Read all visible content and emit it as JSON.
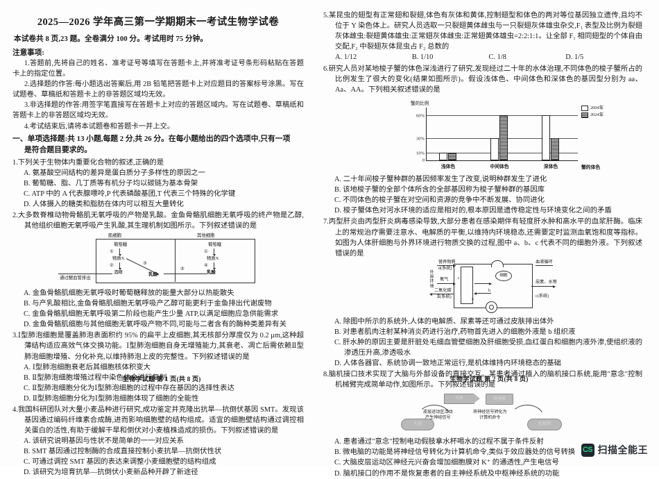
{
  "header": {
    "title": "2025—2026 学年高三第一学期期末一考试生物学试卷",
    "subtitle": "本试卷共 8 页,23 题。全卷满分 100 分。考试用时 75 分钟。",
    "notice_head": "注意事项:",
    "notices": [
      "1.答题前,先将自己的姓名、准考证号等填写在答题卡上,并将准考证号条形码粘贴在答题卡上的指定位置。",
      "2.选择题的作答:每小题选出答案后,用 2B 铅笔把答题卡上对应题目的答案标号涂黑。写在试题卷、草稿纸和答题卡上的非答题区域均无效。",
      "3.非选择题的作答:用签字笔直接写在答题卡上对应的答题区域内。写在试题卷、草稿纸和答题卡上的非答题区域均无效。",
      "4.考试结束后,请将本试题卷和答题卡一并上交。"
    ],
    "section_line1": "一、单项选择题:共 13 小题,每题 2 分,共 26 分。在每小题给出的四个选项中,只有一项",
    "section_line2": "是符合题目要求的。"
  },
  "questions": [
    {
      "number": "1.",
      "stem": "1.下列关于生物体内重要化合物的叙述,正确的是",
      "options": [
        "A. 氨基酸空间结构的差异是蛋白质分子多样性的原因之一",
        "B. 葡萄糖、脂、几丁质等有机分子均以碳链为基本骨架",
        "C. ATP 中的 A 代表腺嘌呤,P 代表磷酸基团,T 代表三个特殊的化学键",
        "D. 人体摄入的糖类和脂肪在体内可以相互大量转化"
      ]
    },
    {
      "number": "2.",
      "stem": "2.大多数脊椎动物骨骼肌无氧呼吸的产物是乳酸。金鱼骨骼肌细胞无氧呼吸的终产物是乙醇,其他组织细胞无氧呼吸产生乳酸,其生理机制如图所示。下列叙述错误的是",
      "options": [
        "A. 金鱼骨骼肌细胞无氧呼吸时葡萄糖释放的能量大部分以热能散失",
        "B. 与产乳酸相比,金鱼骨骼肌细胞无氧呼吸产乙醇可能更利于金鱼排出代谢废物",
        "C. 金鱼骨骼肌细胞无氧呼吸第二阶段也能产生少量 ATP,以满足细胞应急供能需求",
        "D. 金鱼骨骼肌细胞与其他细胞无氧呼吸产物不同,可能与二者含有的酶种类差异有关"
      ]
    },
    {
      "number": "3.",
      "stem": "3.Ⅰ型肺泡细胞是覆盖肺泡表面积约 95% 的扁平上皮细胞,其无核部分厚度仅为 0.2 μm,这种超薄结构适应高效气体交换功能。Ⅰ型肺泡细胞自身无增殖能力,其衰老、凋亡后需依赖Ⅱ型肺泡细胞增殖、分化补充,以维持肺泡上皮的完整性。下列叙述错误的是",
      "options": [
        "A. Ⅰ型肺泡细胞衰老后其细胞核体积变大",
        "B. Ⅱ型肺泡细胞增殖过程中染色体会进行复制",
        "C. Ⅱ型肺泡细胞分化为Ⅰ型肺泡细胞的过程中存在基因的选择性表达",
        "D. Ⅱ型肺泡细胞分化为Ⅰ型肺泡细胞体现了细胞的全能性"
      ]
    },
    {
      "number": "4.",
      "stem": "4.我国科研团队对大量小麦品种进行研究,成功鉴定并克隆出抗旱—抗倒伏基因 SMT。发现该基因通过编码纤维素合成酶,进而影响细胞壁的结构组成。适宜的细胞壁结构通过调控相关蛋白的活性,有助于缓解干旱和倒伏对小麦植株造成的损伤。下列叙述错误的是",
      "options": [
        "A. 该研究说明基因与性状不是简单的一一对应关系",
        "B. SMT 基因通过控制酶的合成直接控制小麦抗旱—抗倒伏性状",
        "C. 可通过调控 SMT 基因的表达来调整小麦细胞壁的结构组成",
        "D. 该研究为培育抗旱—抗倒伏小麦新品种开辟了新途径"
      ]
    },
    {
      "number": "5.",
      "stem": "5.某昆虫的翅型有正常翅和裂翅,体色有灰体和黄体,控制翅型和体色的两对等位基因独立遗传,且均不位于 Y 染色体上。研究人员选取一只裂翅黄体雌虫与一只裂翅灰体雄虫杂交,F₁ 表型及比例为裂翅灰体雌虫:裂翅黄体雄虫:正常翅灰体雌虫:正常翅黄体雄虫=2:2:1:1。让全部 F₁ 相同翅型的个体自由交配,F₂ 中裂翅灰体昆虫占 F₂ 总数的",
      "options_inline": [
        "A. 1/12",
        "B. 1/10",
        "C. 1/8",
        "D. 1/5"
      ]
    },
    {
      "number": "6.",
      "stem": "6.研究人员对某地梭子蟹的体色深浅进行了研究,发现经过二十年的水体治理,不同体色的梭子蟹所占的比例发生了很大的变化(结果如图所示)。假设浅体色、中间体色和深体色的基因型分别为 aa、Aa、AA。下列相关叙述错误的是",
      "options": [
        "A. 二十年间梭子蟹种群的基因频率发生了改变,说明种群发生了进化",
        "B. 该地梭子蟹的全部个体所含的全部基因称为梭子蟹种群的基因库",
        "C. 不同体色的梭子蟹在对空间和资源的竞争中不断发展、协同进化",
        "D. 梭子蟹体色对河水环境的适应是相对的,根本原因是遗传稳定性与环境变化之间的矛盾"
      ]
    },
    {
      "number": "7.",
      "stem": "7.丙型肝炎由丙型肝炎病毒感染导致,大部分患者在感染期伴有轻度肝水肿和高水平的血浆肝酶。临床上的常规治疗需要注意水、电解质的平衡,以维持内环境稳态,还需要定时监测血氧饱和度等指标。如图为人体肝细胞与外界环境进行物质交换的过程,图中 a、b、c 代表不同的细胞外液。下列叙述错误的是",
      "options": [
        "A. 除图中所示的系统外,人体的电解质、尿素等还可通过皮肤排出体外",
        "B. 对患者肌肉注射某种消炎药进行治疗,药物首先进入的细胞外液是 b 组织液",
        "C. 肝水肿的原因主要是肝脏处毛细血管壁细胞及肝细胞受损,血红蛋白和细胞内液外渗,使组织液的渗透压升高,渗透吸水",
        "D. 人体各器官、系统协调一致地正常运行,是机体维持内环境稳态的基础"
      ]
    },
    {
      "number": "8.",
      "stem": "8.脑机接口技术实现了大脑与外部设备的直接交互。某患者通过植入的脑机接口系统,能用\"意念\"控制机械臂完成简单动作,如图所示。下列叙述错误的是",
      "options": [
        "A. 患者通过\"意念\"控制电动假肢拿水杯喝水的过程不属于条件反射",
        "B. 微电脑的功能是将神经信号转化为计算机命令,类似于效应器处的信号转换",
        "C. 大脑皮层运动区神经元兴奋会增加细胞膜对 K⁺ 的通透性,产生电信号",
        "D. 脑机接口的作用不是恢复患者的自主神经系统及中枢神经系统的功能"
      ]
    }
  ],
  "figure1": {
    "title_left": "肌细胞",
    "title_right": "其他细胞",
    "left_glucose": "葡萄糖",
    "left_x": "物质X",
    "left_product": "酒精",
    "left_bottom_note": "通过鳃血管排出",
    "right_glucose": "葡萄糖",
    "right_x": "物质X",
    "right_product": "乳酸",
    "mid_lactate": "乳酸",
    "step1": "①",
    "step2": "②",
    "step3": "③",
    "step4": "④",
    "step5": "⑤"
  },
  "chart_data": {
    "type": "bar",
    "title": "",
    "ylabel": "蟹的比例",
    "xlabel": "蟹的体色",
    "categories": [
      "浅体色",
      "中间体色",
      "深体色"
    ],
    "series": [
      {
        "name": "2004年",
        "values": [
          10,
          30,
          60
        ]
      },
      {
        "name": "2024年",
        "values": [
          10,
          60,
          30
        ]
      }
    ],
    "yticks": [
      "0",
      "10%",
      "30%",
      "60%"
    ],
    "ytick_values": [
      0,
      10,
      30,
      60
    ],
    "ylim": [
      0,
      70
    ],
    "grid": true,
    "legend_position": "top-right"
  },
  "figure3": {
    "env_label": "外界环境",
    "nutrients": "营养物质",
    "d_system": "d(系统)",
    "oxygen": "氧气",
    "co2": "二氧化碳",
    "ii_system": "Ⅱ(系统)",
    "blood": "血液循环",
    "cell": "细胞",
    "urea": "尿素、水等",
    "c_system": "c(系统)",
    "a_label": "a",
    "b_label": "b",
    "c_label": "c"
  },
  "figure4": {
    "node_brain": "人脑",
    "node_electrode": "电极",
    "node_microcomputer": "微电脑",
    "node_arm": "机械臂",
    "caption_left": "皮层运动区活动\n产生神经信号",
    "caption_right": "将神经信号转化为\n计算机命令"
  },
  "footer": {
    "left_page": "生物学试题 第 1 页(共 8 页)",
    "right_page": "生物学试题 第 2 页(共 8 页)"
  },
  "watermark": {
    "badge": "CS",
    "text": "扫描全能王"
  }
}
